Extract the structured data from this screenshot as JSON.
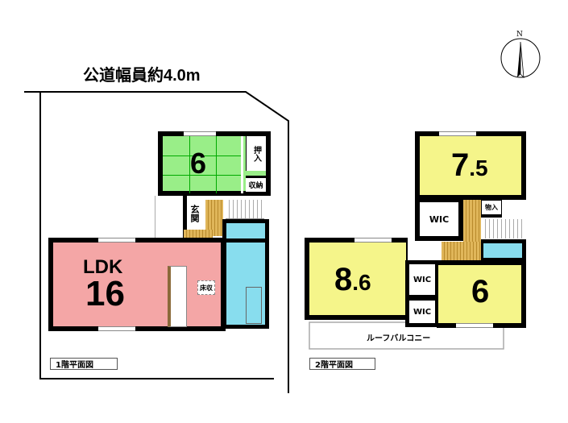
{
  "road_label": "公道幅員約4.0m",
  "compass": {
    "north_label": "N"
  },
  "floor1": {
    "label": "1階平面図",
    "rooms": {
      "washitsu": "6",
      "oshiire": "押入",
      "shuno": "収納",
      "genkan": "玄関",
      "ldk_name": "LDK",
      "ldk_size": "16",
      "yukashu": "床収"
    }
  },
  "floor2": {
    "label": "2階平面図",
    "rooms": {
      "room_a_int": "7",
      "room_a_dec": ".5",
      "room_b_int": "8",
      "room_b_dec": ".6",
      "room_c": "6",
      "wic1": "WIC",
      "wic2": "WIC",
      "wic3": "WIC",
      "monoire": "物入",
      "balcony": "ルーフバルコニー"
    }
  },
  "colors": {
    "washitsu": "#99ee88",
    "ldk": "#f4a6a6",
    "wet": "#88ddee",
    "room2f": "#f5f58a",
    "wood": "#d9aa48"
  }
}
